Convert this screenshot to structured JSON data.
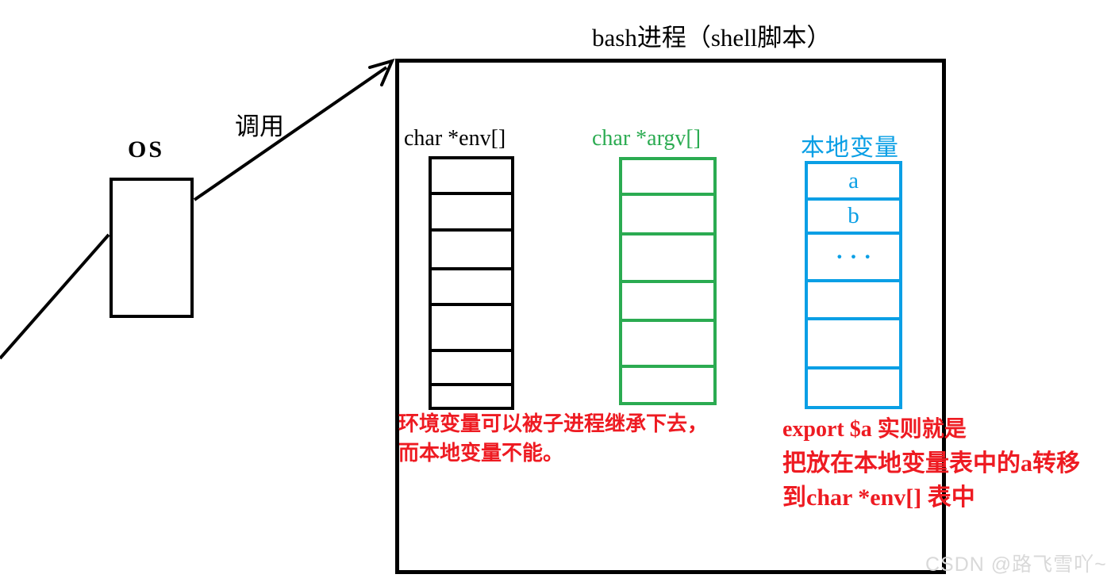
{
  "os": {
    "label": "OS"
  },
  "arrow": {
    "label": "调用"
  },
  "bash": {
    "title": "bash进程（shell脚本）"
  },
  "columns": {
    "env": {
      "header": "char *env[]",
      "color": "#000000",
      "row_count": 7,
      "cells": [
        "",
        "",
        "",
        "",
        "",
        "",
        ""
      ]
    },
    "argv": {
      "header": "char *argv[]",
      "color": "#2BAB51",
      "row_count": 6,
      "cells": [
        "",
        "",
        "",
        "",
        "",
        ""
      ]
    },
    "local": {
      "header": "本地变量",
      "color": "#0A9FE5",
      "row_count": 6,
      "cells": [
        "a",
        "b",
        "···",
        "",
        "",
        ""
      ]
    }
  },
  "notes": {
    "color": "#EE1B22",
    "left_lines": [
      "环境变量可以被子进程继承下去，",
      "而本地变量不能。"
    ],
    "right_lines": [
      "export $a 实则就是",
      "把放在本地变量表中的a转移",
      "到char *env[] 表中"
    ]
  },
  "watermark": "CSDN @路飞雪吖~"
}
